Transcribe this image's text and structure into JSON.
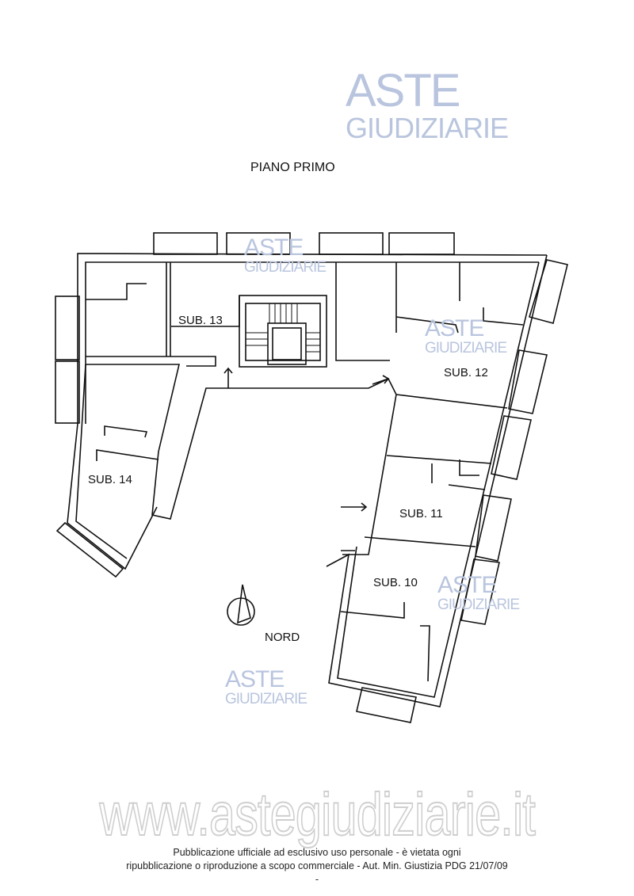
{
  "watermark": {
    "line1": "ASTE",
    "line2": "GIUDIZIARIE",
    "color": "#b9c5de"
  },
  "plan": {
    "title": "PIANO PRIMO",
    "units": [
      "SUB. 13",
      "SUB. 12",
      "SUB. 14",
      "SUB. 11",
      "SUB. 10"
    ],
    "compass_label": "NORD"
  },
  "footer": {
    "url": "www.astegiudiziarie.it",
    "line1": "Pubblicazione ufficiale ad esclusivo uso personale - è vietata ogni",
    "line2": "ripubblicazione o riproduzione a scopo commerciale - Aut. Min. Giustizia PDG 21/07/09",
    "line3": "-"
  }
}
